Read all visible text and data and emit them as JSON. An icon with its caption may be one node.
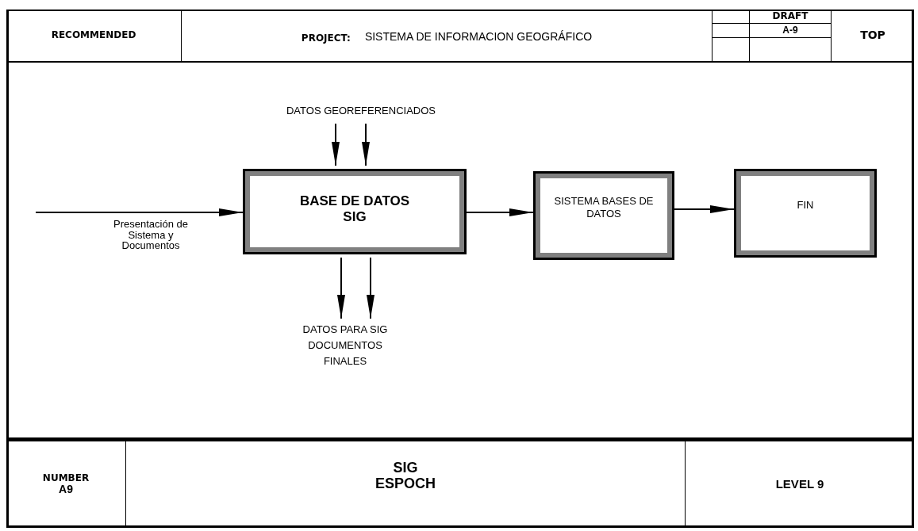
{
  "diagram": {
    "nodes": [
      {
        "text": [
          "DATOS  GEOREFERENCIADOS"
        ]
      },
      {
        "text": [
          "BASE DE DATOS SIG"
        ]
      },
      {
        "text": [
          "SISTEMA BASES DE DATOS"
        ]
      },
      {
        "text": [
          "FIN"
        ]
      },
      {
        "text": [
          "DATOS PARA SIG DOCUMENTOS FINALES"
        ]
      }
    ],
    "edges": [
      {
        "from": null,
        "to": 1,
        "arrow": "to",
        "label": "Presentación de Sistema y Documentos"
      },
      {
        "from": 0,
        "to": 1,
        "arrow": "to"
      },
      {
        "from": 0,
        "to": 1,
        "arrow": "to"
      },
      {
        "from": 1,
        "to": 4,
        "arrow": "to"
      },
      {
        "from": 1,
        "to": 4,
        "arrow": "to"
      },
      {
        "from": 1,
        "to": 2,
        "arrow": "to"
      },
      {
        "from": 2,
        "to": 3,
        "arrow": "to"
      }
    ],
    "labels": [
      "RECOMMENDED",
      "PROJECT:",
      "SISTEMA DE INFORMACION GEOGRÁFICO",
      "DRAFT",
      "A-9",
      "TOP",
      "NUMBER",
      "A9",
      "SIG ESPOCH",
      "LEVEL  9"
    ]
  }
}
